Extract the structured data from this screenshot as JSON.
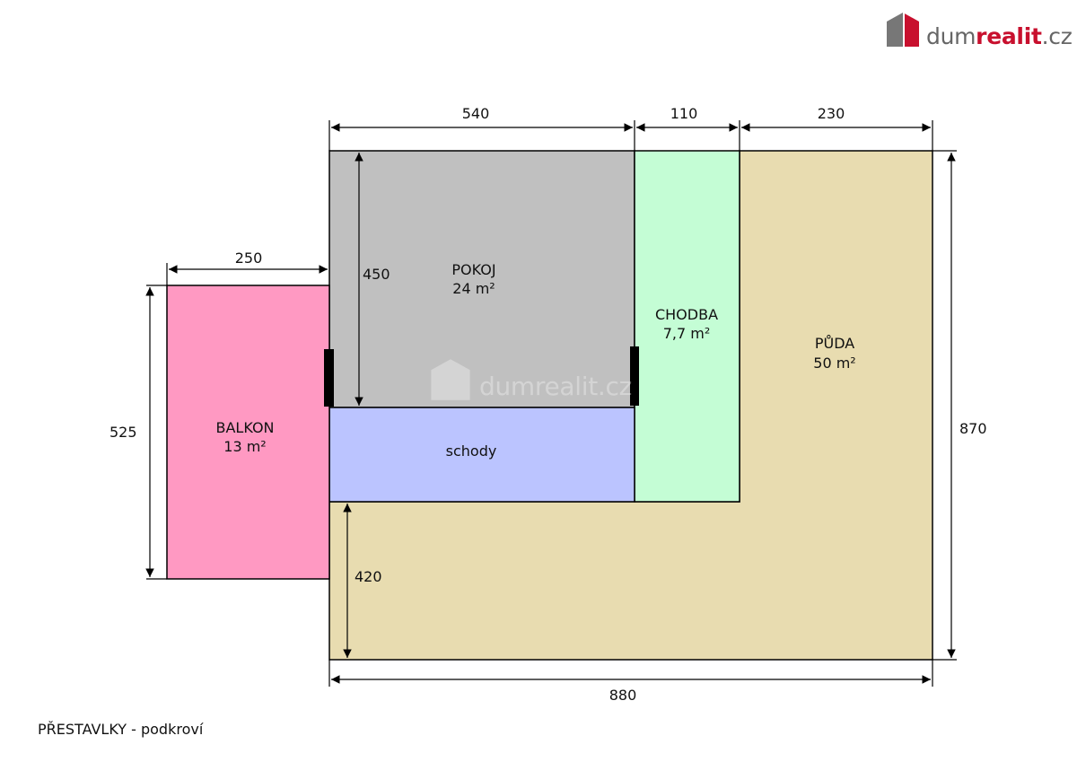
{
  "brand": {
    "name_part1": "dum",
    "name_part2": "realit",
    "name_part3": ".cz",
    "icon": "house-logo-icon",
    "colors": {
      "dark": "#666666",
      "accent": "#c8102e"
    }
  },
  "watermark": {
    "text": "dumrealit.cz",
    "icon": "house-logo-icon"
  },
  "rooms": {
    "pokoj": {
      "name": "POKOJ",
      "area": "24 m²",
      "color": "#c0c0c0"
    },
    "chodba": {
      "name": "CHODBA",
      "area": "7,7 m²",
      "color": "#c4fdd5"
    },
    "puda": {
      "name": "PŮDA",
      "area": "50 m²",
      "color": "#e8dcb0"
    },
    "balkon": {
      "name": "BALKON",
      "area": "13 m²",
      "color": "#ff99c2"
    },
    "schody": {
      "name": "schody",
      "color": "#bbc4ff"
    }
  },
  "dimensions": {
    "top_pokoj": "540",
    "top_chodba": "110",
    "top_puda": "230",
    "balkon_width": "250",
    "pokoj_height": "450",
    "balkon_height": "525",
    "total_height": "870",
    "lower_height": "420",
    "total_width": "880"
  },
  "caption": "PŘESTAVLKY - podkroví"
}
